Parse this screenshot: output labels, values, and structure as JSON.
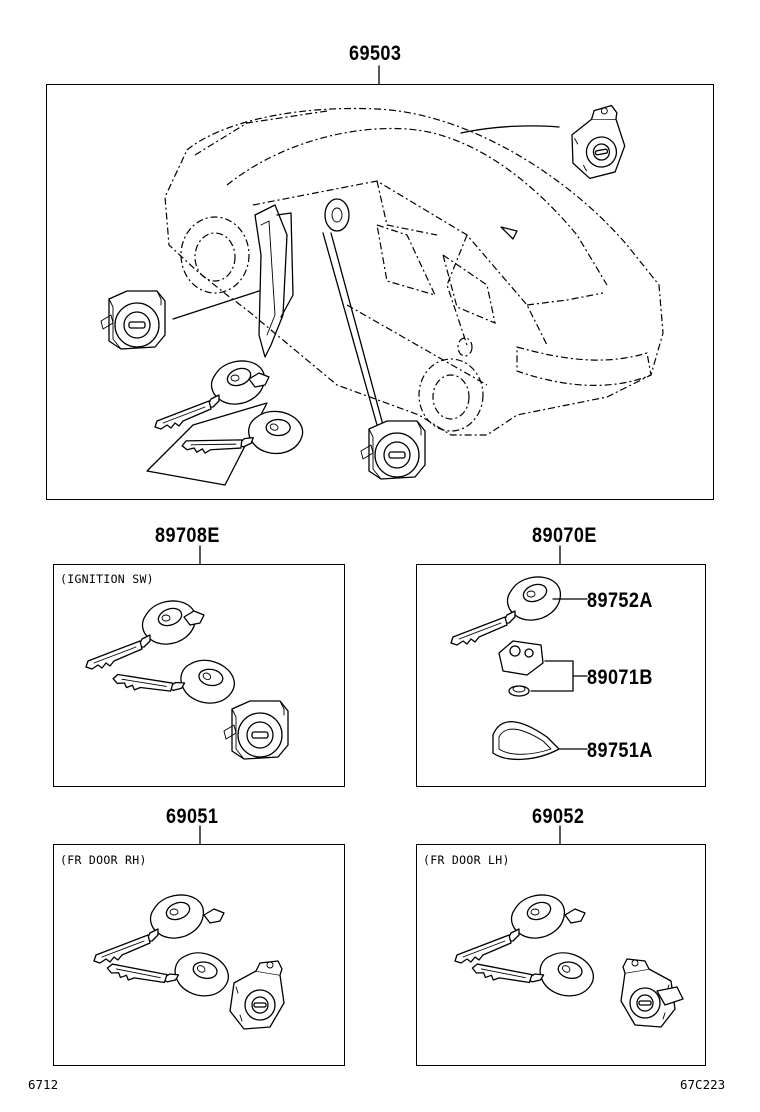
{
  "diagram": {
    "sets": {
      "main": {
        "part_number": "69503"
      },
      "ignition": {
        "part_number": "89708E",
        "note": "(IGNITION SW)"
      },
      "transmitter": {
        "part_number": "89070E",
        "callouts": [
          "89752A",
          "89071B",
          "89751A"
        ]
      },
      "door_rh": {
        "part_number": "69051",
        "note": "(FR DOOR RH)"
      },
      "door_lh": {
        "part_number": "69052",
        "note": "(FR DOOR LH)"
      }
    },
    "footer": {
      "left_code": "6712",
      "right_code": "67C223"
    }
  }
}
